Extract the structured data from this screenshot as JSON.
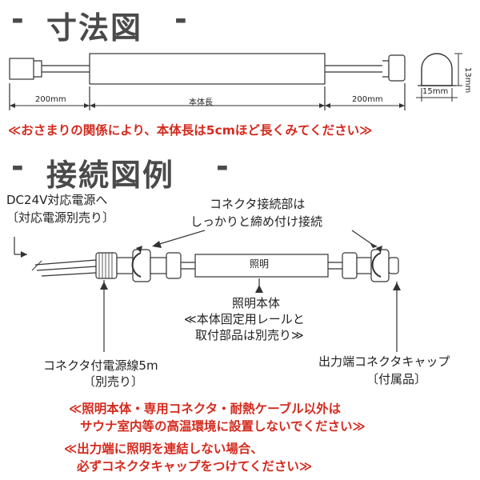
{
  "dimensions_section": {
    "title": "寸法図",
    "dash": "-",
    "label_left_cable": "200mm",
    "label_body": "本体長",
    "label_right_cable": "200mm",
    "label_height": "13mm",
    "label_width": "15mm",
    "note": "≪おさまりの関係により、本体長は5cmほど長くみてください≫"
  },
  "connection_section": {
    "title": "接続図例",
    "dash": "-",
    "power_source_line1": "DC24V対応電源へ",
    "power_source_line2": "〔対応電源別売り〕",
    "connector_note_line1": "コネクタ接続部は",
    "connector_note_line2": "しっかりと締め付け接続",
    "light_label": "照明",
    "body_line1": "照明本体",
    "body_line2": "≪本体固定用レールと",
    "body_line3": "取付部品は別売り≫",
    "power_cable_line1": "コネクタ付電源線5m",
    "power_cable_line2": "〔別売り〕",
    "end_cap_line1": "出力端コネクタキャップ",
    "end_cap_line2": "〔付属品〕"
  },
  "warnings": {
    "warning1_line1": "≪照明本体・専用コネクタ・耐熱ケーブル以外は",
    "warning1_line2": "サウナ室内等の高温環境に設置しないでください≫",
    "warning2_line1": "≪出力端に照明を連結しない場合、",
    "warning2_line2": "必ずコネクタキャップをつけてください≫"
  },
  "colors": {
    "heading": "#4a4a4a",
    "warning": "#d42a1e",
    "line": "#333333"
  }
}
